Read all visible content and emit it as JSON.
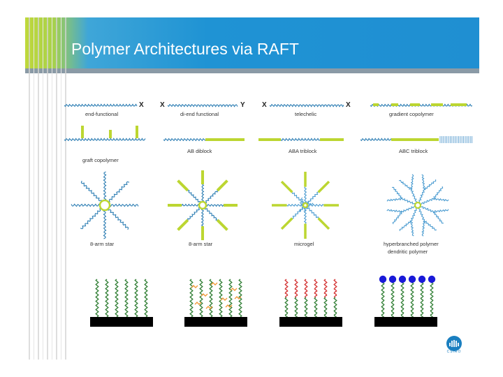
{
  "title": "Polymer Architectures via RAFT",
  "colors": {
    "header_blue": "#1f8fd2",
    "accent_green": "#bcd631",
    "chain_blue": "#2c7db3",
    "graft_green": "#2e7d32",
    "red_chain": "#d32f2f",
    "orange_chain": "#f29a3a",
    "end_blue": "#1a1ad8",
    "substrate": "#000000"
  },
  "ends": {
    "x": "X",
    "y": "Y"
  },
  "labels": {
    "end_functional": "end-functional",
    "di_end_functional": "di-end functional",
    "telechelic": "telechelic",
    "gradient_copolymer": "gradient copolymer",
    "graft_copolymer": "graft copolymer",
    "ab_diblock": "AB diblock",
    "aba_triblock": "ABA triblock",
    "abc_triblock": "ABC triblock",
    "star_8arm_a": "8-arm star",
    "star_8arm_b": "8-arm star",
    "microgel": "microgel",
    "hyperbranched_line1": "hyperbranched polymer",
    "hyperbranched_line2": "dendritic polymer"
  },
  "logo": {
    "name": "csiro-logo",
    "text": "CSIRO"
  }
}
